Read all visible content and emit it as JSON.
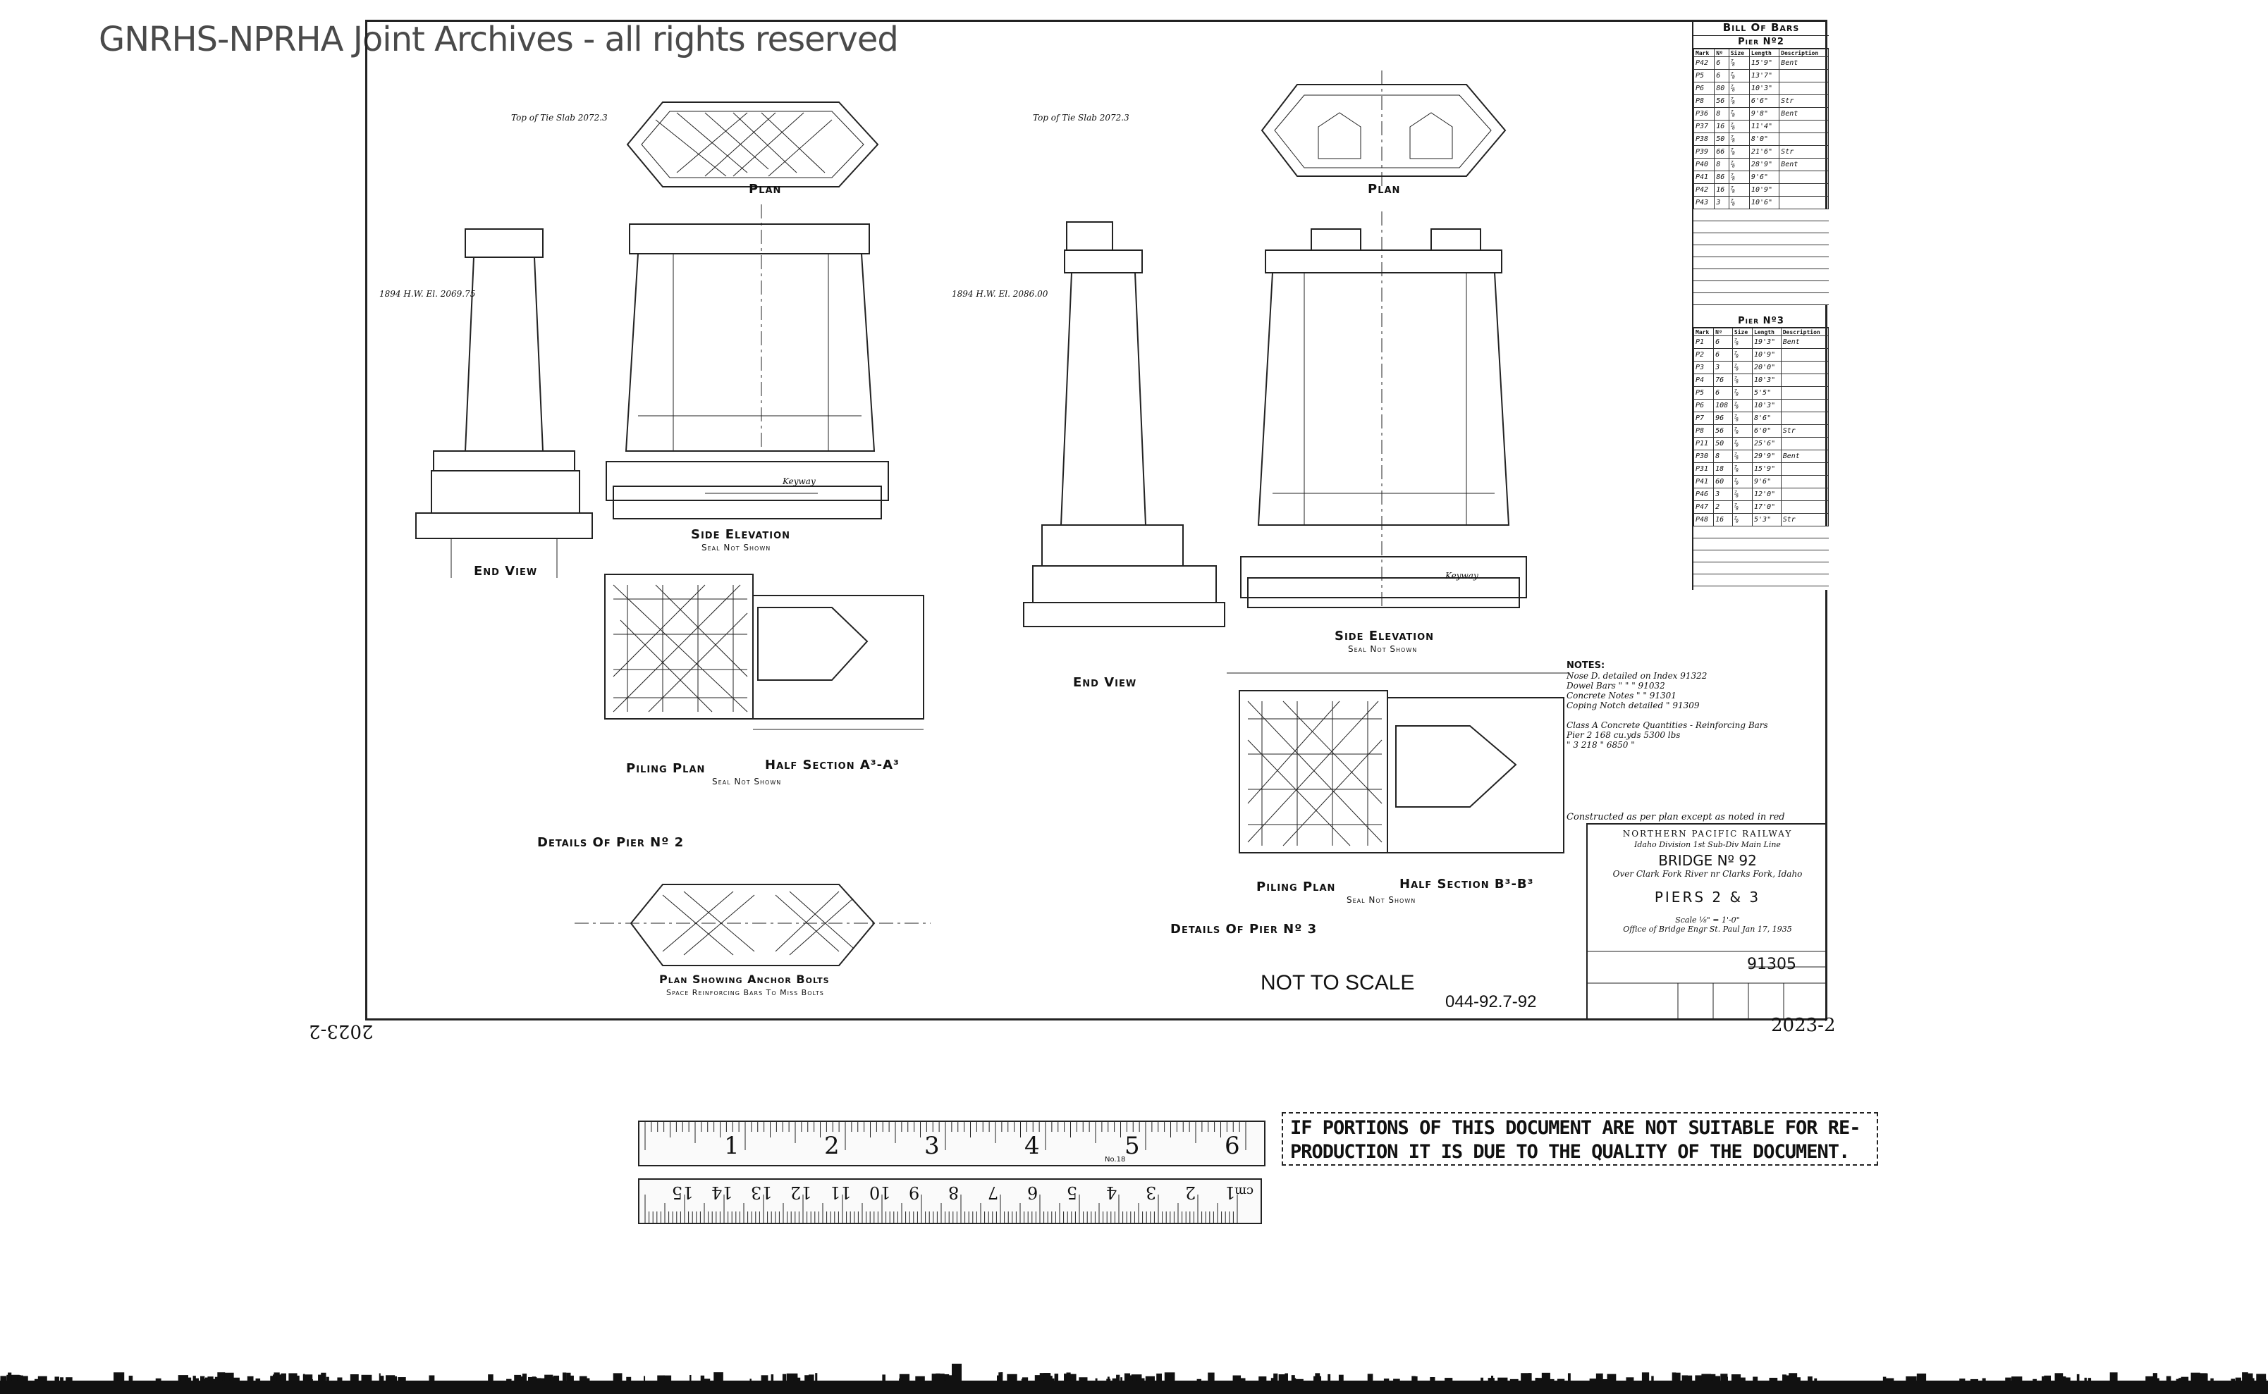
{
  "watermark": "GNRHS-NPRHA Joint Archives - all rights reserved",
  "pier2": {
    "plan_label": "Plan",
    "end_view_label": "End View",
    "side_elevation_label": "Side Elevation",
    "side_elevation_sub": "Seal Not Shown",
    "piling_plan_label": "Piling Plan",
    "half_section_label": "Half Section A³-A³",
    "half_section_sub": "Seal Not Shown",
    "details_label": "Details Of Pier Nº 2",
    "anchor_label": "Plan Showing Anchor Bolts",
    "anchor_sub": "Space Reinforcing Bars To Miss Bolts",
    "top_elev": "Top of Tie Slab 2072.3",
    "hw_elev": "1894 H.W. El. 2069.75",
    "keyway": "Keyway"
  },
  "pier3": {
    "plan_label": "Plan",
    "end_view_label": "End View",
    "side_elevation_label": "Side Elevation",
    "side_elevation_sub": "Seal Not Shown",
    "piling_plan_label": "Piling Plan",
    "half_section_label": "Half Section B³-B³",
    "half_section_sub": "Seal Not Shown",
    "details_label": "Details Of Pier Nº 3",
    "top_elev": "Top of Tie Slab 2072.3",
    "hw_elev": "1894 H.W. El. 2086.00",
    "keyway": "Keyway"
  },
  "bill": {
    "title": "Bill Of Bars",
    "pier2_title": "Pier Nº2",
    "pier3_title": "Pier Nº3",
    "headers": [
      "Mark",
      "Nº",
      "Size",
      "Length",
      "Description"
    ],
    "pier2_rows": [
      [
        "P42",
        "6",
        "⅞",
        "15'9\"",
        "Bent"
      ],
      [
        "P5",
        "6",
        "⅞",
        "13'7\"",
        ""
      ],
      [
        "P6",
        "80",
        "⅞",
        "10'3\"",
        ""
      ],
      [
        "P8",
        "56",
        "⅞",
        "6'6\"",
        "Str"
      ],
      [
        "P36",
        "8",
        "⅞",
        "9'8\"",
        "Bent"
      ],
      [
        "P37",
        "16",
        "⅞",
        "11'4\"",
        ""
      ],
      [
        "P38",
        "50",
        "⅞",
        "8'0\"",
        ""
      ],
      [
        "P39",
        "66",
        "⅞",
        "21'6\"",
        "Str"
      ],
      [
        "P40",
        "8",
        "⅞",
        "28'9\"",
        "Bent"
      ],
      [
        "P41",
        "86",
        "⅞",
        "9'6\"",
        ""
      ],
      [
        "P42",
        "16",
        "⅞",
        "10'9\"",
        ""
      ],
      [
        "P43",
        "3",
        "⅞",
        "10'6\"",
        ""
      ]
    ],
    "pier3_rows": [
      [
        "P1",
        "6",
        "⅞",
        "19'3\"",
        "Bent"
      ],
      [
        "P2",
        "6",
        "⅞",
        "10'9\"",
        ""
      ],
      [
        "P3",
        "3",
        "⅞",
        "20'0\"",
        ""
      ],
      [
        "P4",
        "76",
        "⅞",
        "10'3\"",
        ""
      ],
      [
        "P5",
        "6",
        "⅞",
        "5'5\"",
        ""
      ],
      [
        "P6",
        "108",
        "⅞",
        "10'3\"",
        ""
      ],
      [
        "P7",
        "96",
        "⅞",
        "8'6\"",
        ""
      ],
      [
        "P8",
        "56",
        "⅞",
        "6'0\"",
        "Str"
      ],
      [
        "P11",
        "50",
        "⅞",
        "25'6\"",
        ""
      ],
      [
        "P30",
        "8",
        "⅞",
        "29'9\"",
        "Bent"
      ],
      [
        "P31",
        "18",
        "⅞",
        "15'9\"",
        ""
      ],
      [
        "P41",
        "60",
        "⅞",
        "9'6\"",
        ""
      ],
      [
        "P46",
        "3",
        "⅞",
        "12'0\"",
        ""
      ],
      [
        "P47",
        "2",
        "⅞",
        "17'0\"",
        ""
      ],
      [
        "P48",
        "16",
        "⅞",
        "5'3\"",
        "Str"
      ]
    ]
  },
  "notes": {
    "title": "NOTES:",
    "lines": [
      "Nose D. detailed on Index 91322",
      "Dowel Bars    \"    \"    \"    91032",
      "Concrete Notes    \"    \"    91301",
      "Coping Notch detailed    \"    91309",
      "Class A Concrete Quantities - Reinforcing Bars",
      "Pier 2    168 cu.yds        5300 lbs",
      "   \"   3    218    \"          6850  \""
    ]
  },
  "titleblock": {
    "note": "Constructed as per plan except as noted in red",
    "railway": "NORTHERN PACIFIC RAILWAY",
    "division": "Idaho   Division   1st Sub-Div Main Line",
    "bridge": "BRIDGE Nº 92",
    "over": "Over Clark Fork River nr Clarks Fork, Idaho",
    "piers": "PIERS 2 & 3",
    "scale": "Scale ⅛\" = 1'-0\"",
    "date": "Office of Bridge Engr  St. Paul  Jan 17, 1935",
    "index": "91305"
  },
  "not_to_scale": "NOT TO SCALE",
  "drawing_number": "044-92.7-92",
  "sheet_number": "2023-2",
  "sheet_number_mirror": "2023-2",
  "ruler_inches": [
    "1",
    "2",
    "3",
    "4",
    "5",
    "6"
  ],
  "ruler_cm": [
    "1",
    "2",
    "3",
    "4",
    "5",
    "6",
    "7",
    "8",
    "9",
    "10",
    "11",
    "12",
    "13",
    "14",
    "15"
  ],
  "ruler_cm_unit": "cm",
  "ruler_maker": "No.18",
  "stamp": {
    "line1": "IF PORTIONS OF THIS DOCUMENT ARE NOT SUITABLE FOR RE-",
    "line2": "PRODUCTION IT IS DUE TO THE QUALITY OF THE DOCUMENT."
  }
}
